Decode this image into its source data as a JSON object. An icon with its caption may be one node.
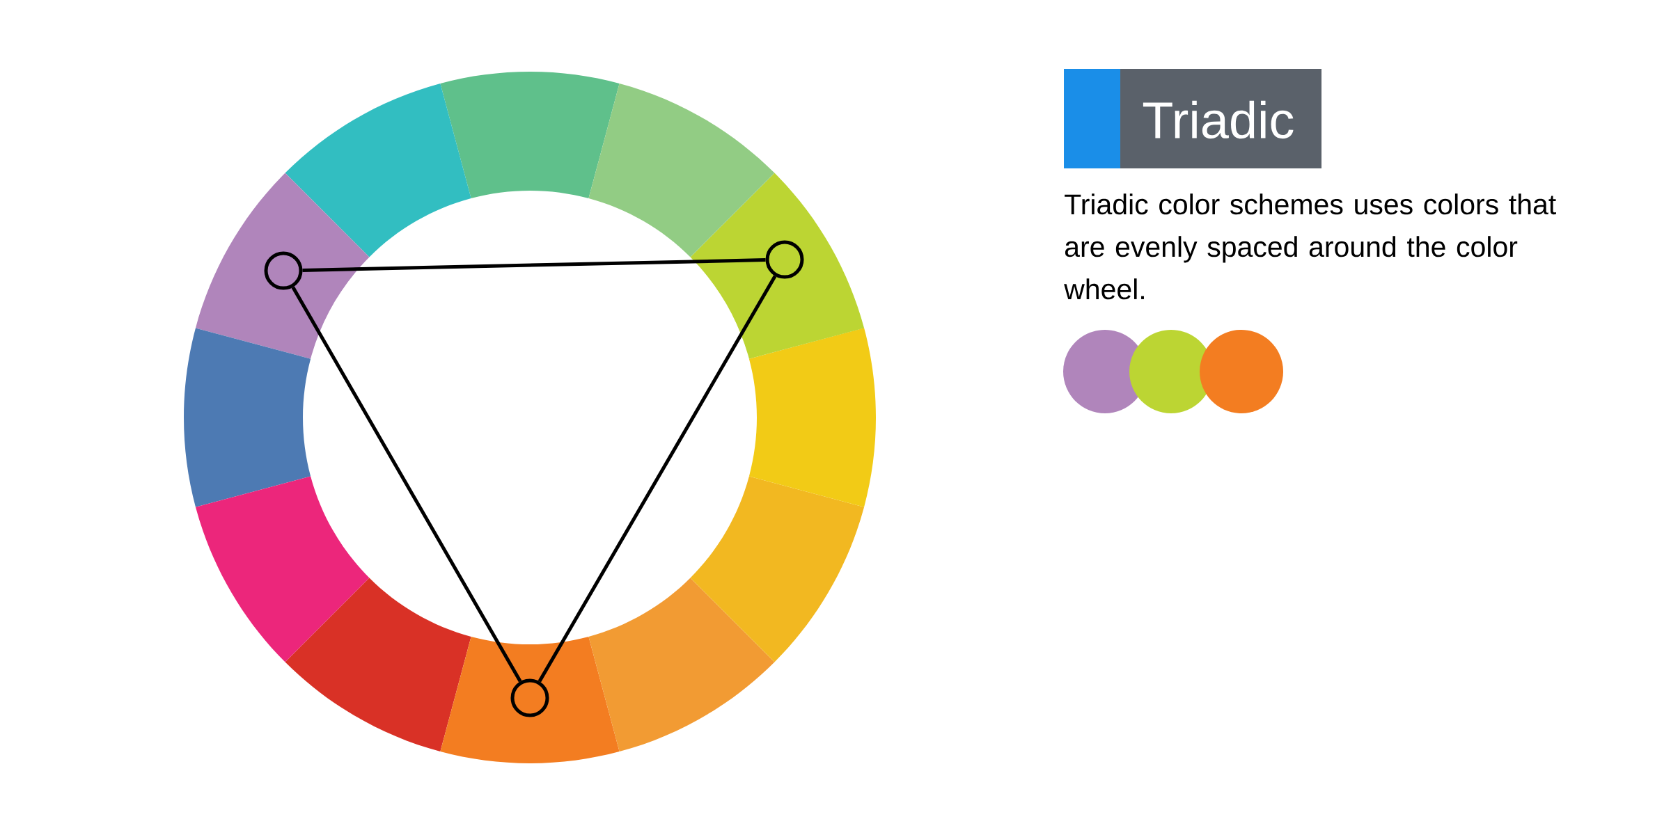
{
  "diagram": {
    "title": "Triadic",
    "nodes": [
      {
        "text": [],
        "shape": "circle"
      },
      {
        "text": [],
        "shape": "circle"
      },
      {
        "text": [],
        "shape": "circle"
      }
    ],
    "edges": [
      {
        "from": 0,
        "to": 1,
        "arrow": "none"
      },
      {
        "from": 1,
        "to": 2,
        "arrow": "none"
      },
      {
        "from": 2,
        "to": 0,
        "arrow": "none"
      }
    ],
    "labels": [
      "Triadic color schemes uses colors that are evenly spaced around the color wheel."
    ]
  }
}
